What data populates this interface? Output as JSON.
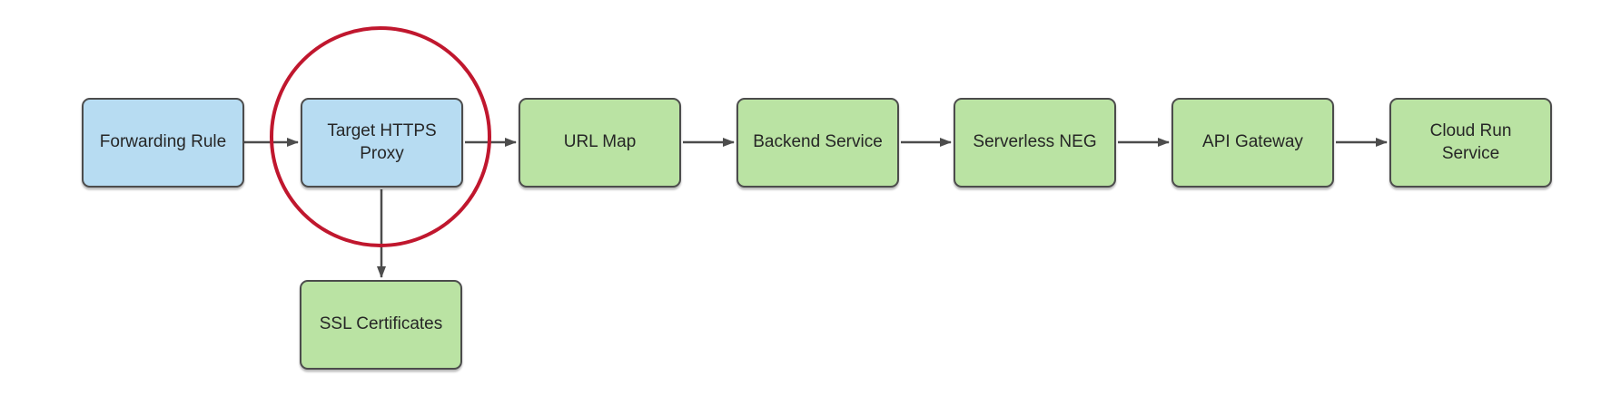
{
  "diagram": {
    "type": "flowchart",
    "background": "#ffffff",
    "nodes": [
      {
        "id": "forwarding-rule",
        "label": "Forwarding Rule",
        "fill": "blue"
      },
      {
        "id": "target-https-proxy",
        "label": "Target HTTPS Proxy",
        "fill": "blue",
        "highlighted": true
      },
      {
        "id": "url-map",
        "label": "URL Map",
        "fill": "green"
      },
      {
        "id": "backend-service",
        "label": "Backend Service",
        "fill": "green"
      },
      {
        "id": "serverless-neg",
        "label": "Serverless NEG",
        "fill": "green"
      },
      {
        "id": "api-gateway",
        "label": "API Gateway",
        "fill": "green"
      },
      {
        "id": "cloud-run-service",
        "label": "Cloud Run Service",
        "fill": "green"
      },
      {
        "id": "ssl-certificates",
        "label": "SSL Certificates",
        "fill": "green"
      }
    ],
    "edges": [
      {
        "from": "forwarding-rule",
        "to": "target-https-proxy",
        "direction": "right"
      },
      {
        "from": "target-https-proxy",
        "to": "url-map",
        "direction": "right"
      },
      {
        "from": "url-map",
        "to": "backend-service",
        "direction": "right"
      },
      {
        "from": "backend-service",
        "to": "serverless-neg",
        "direction": "right"
      },
      {
        "from": "serverless-neg",
        "to": "api-gateway",
        "direction": "right"
      },
      {
        "from": "api-gateway",
        "to": "cloud-run-service",
        "direction": "right"
      },
      {
        "from": "target-https-proxy",
        "to": "ssl-certificates",
        "direction": "down"
      }
    ],
    "annotations": [
      {
        "type": "circle-highlight",
        "around": "target-https-proxy",
        "color": "#c0172e"
      }
    ],
    "colors": {
      "blue_fill": "#b7dcf2",
      "green_fill": "#bae3a3",
      "node_border": "#4c4c4c",
      "arrow": "#4c4c4c",
      "highlight_red": "#c0172e",
      "text": "#262626"
    }
  }
}
